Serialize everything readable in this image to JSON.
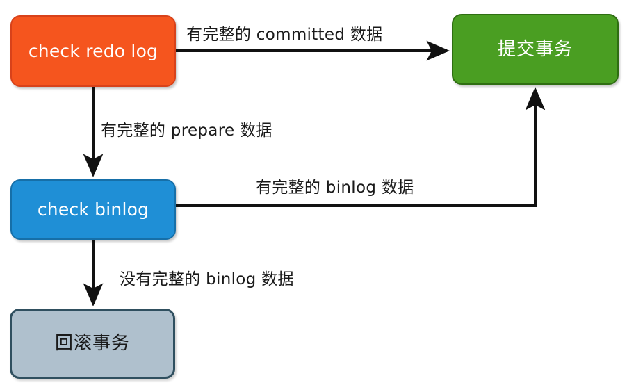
{
  "diagram": {
    "title": "MySQL crash recovery flow",
    "background": "#ffffff",
    "nodes": [
      {
        "id": "check-redo-log",
        "label": "check redo log",
        "fill": "#f5551e",
        "stroke": "#d8421a",
        "text_color": "#ffffff"
      },
      {
        "id": "commit-transaction",
        "label": "提交事务",
        "fill": "#4a9e22",
        "stroke": "#2f6e12",
        "text_color": "#ffffff"
      },
      {
        "id": "check-binlog",
        "label": "check binlog",
        "fill": "#1f8fd6",
        "stroke": "#166fa8",
        "text_color": "#ffffff"
      },
      {
        "id": "rollback-transaction",
        "label": "回滚事务",
        "fill": "#afc0cd",
        "stroke": "#2f4f5f",
        "text_color": "#1a1a1a"
      }
    ],
    "edges": [
      {
        "id": "redo-to-commit",
        "from": "check-redo-log",
        "to": "commit-transaction",
        "label": "有完整的 committed 数据",
        "color": "#1a1a1a"
      },
      {
        "id": "redo-to-binlog",
        "from": "check-redo-log",
        "to": "check-binlog",
        "label": "有完整的 prepare 数据",
        "color": "#1a1a1a"
      },
      {
        "id": "binlog-to-commit",
        "from": "check-binlog",
        "to": "commit-transaction",
        "label": "有完整的 binlog 数据",
        "color": "#1a1a1a"
      },
      {
        "id": "binlog-to-rollback",
        "from": "check-binlog",
        "to": "rollback-transaction",
        "label": "没有完整的 binlog 数据",
        "color": "#1a1a1a"
      }
    ]
  }
}
